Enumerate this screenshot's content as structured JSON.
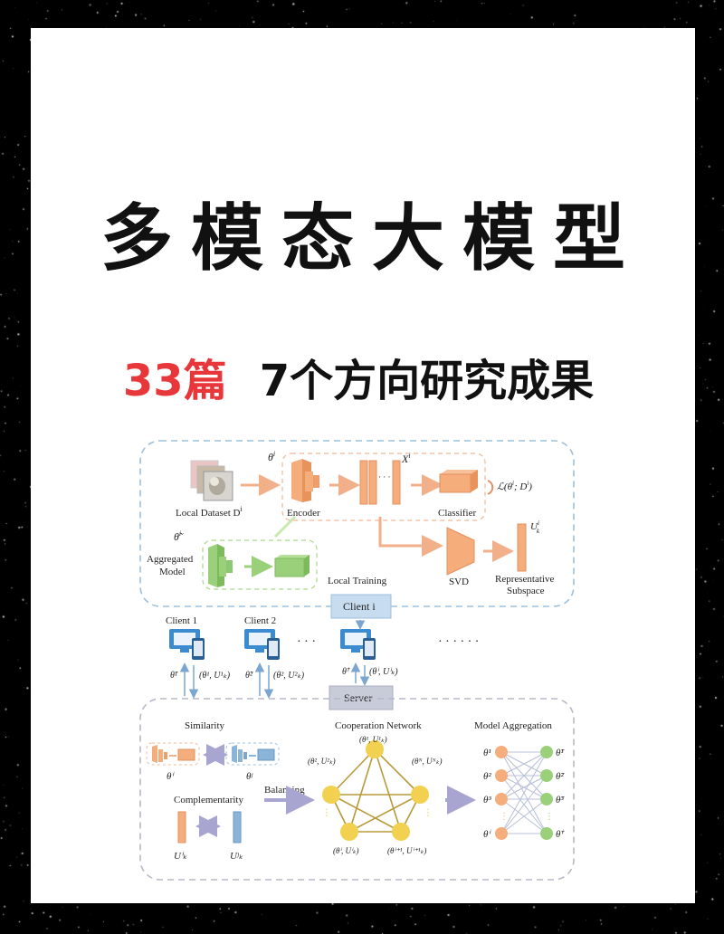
{
  "title": "多模态大模型",
  "subtitle": {
    "count": "33篇",
    "text": "7个方向研究成果"
  },
  "diagram": {
    "local_dataset": "Local Dataset D",
    "local_dataset_sup": "i",
    "theta_i": "θ",
    "theta_i_sup": "i",
    "encoder": "Encoder",
    "x_i": "X",
    "x_i_sup": "i",
    "classifier": "Classifier",
    "loss": "ℒ(θ",
    "loss_sup": "i",
    "loss_tail": "; D",
    "loss_sup2": "i",
    "loss_close": ")",
    "aggregated_theta": "θ̃",
    "aggregated_theta_sup": "i",
    "aggregated_l1": "Aggregated",
    "aggregated_l2": "Model",
    "local_training": "Local Training",
    "svd": "SVD",
    "u_k": "U",
    "u_k_sup": "i",
    "u_k_sub": "k",
    "representative_l1": "Representative",
    "representative_l2": "Subspace",
    "client_i": "Client i",
    "client_1": "Client 1",
    "client_2": "Client 2",
    "dots": "· · ·",
    "dots2": "· · · · · ·",
    "server": "Server",
    "c1_left": "θ̃¹",
    "c1_right": "(θ¹, U¹ₖ)",
    "c2_left": "θ̃²",
    "c2_right": "(θ², U²ₖ)",
    "ci_left": "θ̃ⁱ",
    "ci_right": "(θⁱ, Uⁱₖ)",
    "similarity": "Similarity",
    "sim_theta_i": "θⁱ",
    "sim_theta_j": "θʲ",
    "complementarity": "Complementarity",
    "comp_u_i": "Uⁱₖ",
    "comp_u_j": "Uʲₖ",
    "balancing": "Balancing",
    "cooperation_network": "Cooperation Network",
    "node_top": "(θ¹, U¹ₖ)",
    "node_left": "(θ², U²ₖ)",
    "node_right": "(θᴺ, Uᴺₖ)",
    "node_bl": "(θⁱ, Uⁱₖ)",
    "node_br": "(θⁱ⁺¹, Uⁱ⁺¹ₖ)",
    "model_aggregation": "Model Aggregation",
    "agg_in": [
      "θ¹",
      "θ²",
      "θ³",
      "θⁱ"
    ],
    "agg_out": [
      "θ̃¹",
      "θ̃²",
      "θ̃³",
      "θ̃ⁱ"
    ]
  },
  "colors": {
    "accent_red": "#e8373b",
    "orange": "#f0a070",
    "green": "#8cc870",
    "blue": "#8ab4d8",
    "gold": "#e8c43a",
    "purple_arrow": "#a8a6d0"
  }
}
